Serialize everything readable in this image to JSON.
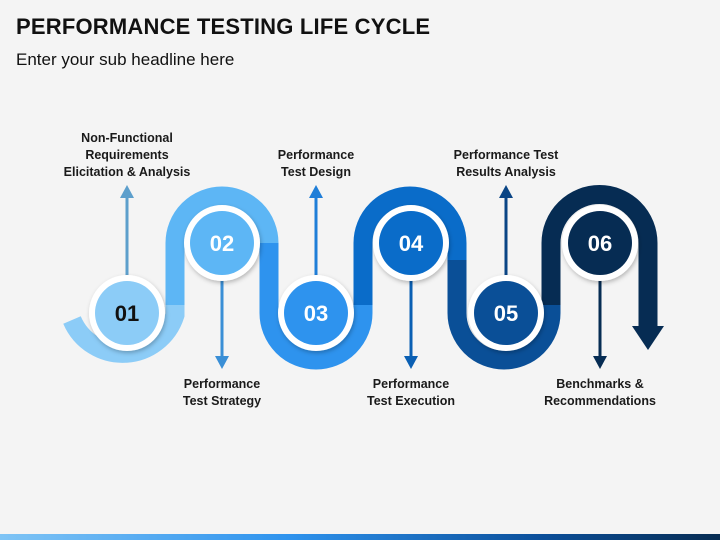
{
  "title": "PERFORMANCE TESTING LIFE CYCLE",
  "subtitle": "Enter your sub headline here",
  "steps": [
    {
      "number": "01",
      "label": [
        "Non-Functional",
        "Requirements",
        "Elicitation & Analysis"
      ],
      "color": "#8cccf7",
      "text_color": "#111111"
    },
    {
      "number": "02",
      "label": [
        "Performance",
        "Test Strategy"
      ],
      "color": "#5db6f5",
      "text_color": "#ffffff"
    },
    {
      "number": "03",
      "label": [
        "Performance",
        "Test Design"
      ],
      "color": "#2e93ee",
      "text_color": "#ffffff"
    },
    {
      "number": "04",
      "label": [
        "Performance",
        "Test Execution"
      ],
      "color": "#0a6cc9",
      "text_color": "#ffffff"
    },
    {
      "number": "05",
      "label": [
        "Performance Test",
        "Results Analysis"
      ],
      "color": "#0a4f97",
      "text_color": "#ffffff"
    },
    {
      "number": "06",
      "label": [
        "Benchmarks &",
        "Recommendations"
      ],
      "color": "#062c53",
      "text_color": "#ffffff"
    }
  ]
}
